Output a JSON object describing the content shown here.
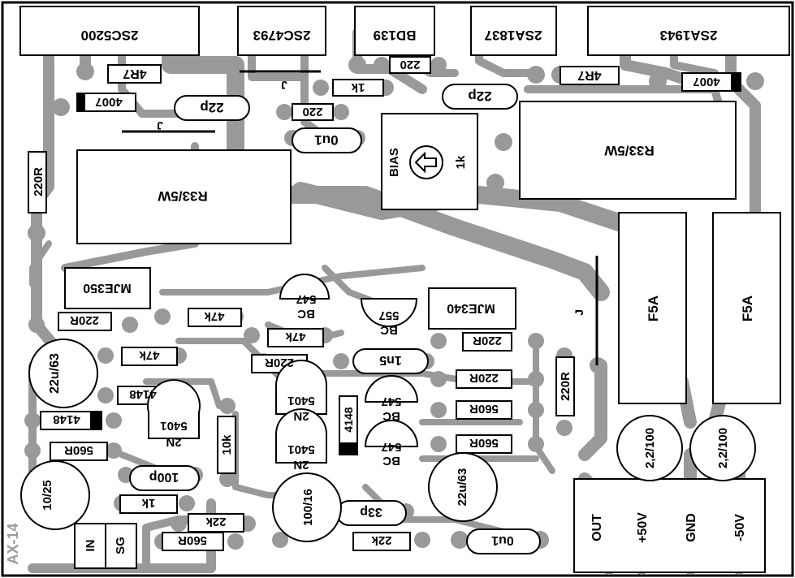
{
  "board_label": "AX-14",
  "components": {
    "q_2sc5200": "2SC5200",
    "q_2sc4793": "2SC4793",
    "q_bd139": "BD139",
    "q_2sa1837": "2SA1837",
    "q_2sa1943": "2SA1943",
    "r_4r7_left": "4R7",
    "r_4r7_right": "4R7",
    "d_4007_left": "4007",
    "d_4007_right": "4007",
    "r_220_top": "220",
    "r_1k_top": "1k",
    "c_22p_left": "22p",
    "c_22p_right": "22p",
    "r_220_mid": "220",
    "c_0u1_top": "0u1",
    "bias_label": "BIAS",
    "bias_value": "1k",
    "r_r33_left": "R33/5W",
    "r_r33_right": "R33/5W",
    "r_220r_vert_left": "220R",
    "q_mje350": "MJE350",
    "q_mje340": "MJE340",
    "r_220r_a": "220R",
    "q_bc547_top_line1": "BC",
    "q_bc547_top_line2": "547",
    "q_bc557_line1": "BC",
    "q_bc557_line2": "557",
    "r_47k_a": "47k",
    "r_47k_b": "47k",
    "r_47k_c": "47k",
    "r_220r_b": "220R",
    "c_1n5": "1n5",
    "r_220r_c": "220R",
    "r_220r_d": "220R",
    "c_22u63_left": "22u/63",
    "d_4148_a": "4148",
    "d_4148_b": "4148",
    "d_4148_vert": "4148",
    "q_2n5401_a_line1": "2N",
    "q_2n5401_a_line2": "5401",
    "q_2n5401_b_line1": "2N",
    "q_2n5401_b_line2": "5401",
    "q_2n5401_c_line1": "2N",
    "q_2n5401_c_line2": "5401",
    "q_bc547_b_line1": "BC",
    "q_bc547_b_line2": "547",
    "q_bc547_c_line1": "BC",
    "q_bc547_c_line2": "547",
    "r_560r_a": "560R",
    "r_560r_b": "560R",
    "r_560r_c": "560R",
    "r_560r_d": "560R",
    "r_10k": "10k",
    "r_220r_vert_right": "220R",
    "c_100p": "100p",
    "c_10u25": "10/25",
    "c_100u16": "100/16",
    "c_33p": "33p",
    "c_22u63_right": "22u/63",
    "r_1k_bottom": "1k",
    "r_22k_a": "22k",
    "r_22k_b": "22k",
    "c_0u1_bottom": "0u1",
    "fuse_a": "F5A",
    "fuse_b": "F5A",
    "c_2_2_100_a": "2,2/100",
    "c_2_2_100_b": "2,2/100",
    "jumper_a": "J",
    "jumper_b": "J",
    "jumper_c": "J"
  },
  "connectors": {
    "in": "IN",
    "sg": "SG",
    "out": "OUT",
    "plus50": "+50V",
    "gnd": "GND",
    "minus50": "-50V"
  },
  "colors": {
    "copper": "#999999",
    "pad": "#999999",
    "hole": "#ffffff",
    "outline": "#000000",
    "background": "#ffffff"
  }
}
